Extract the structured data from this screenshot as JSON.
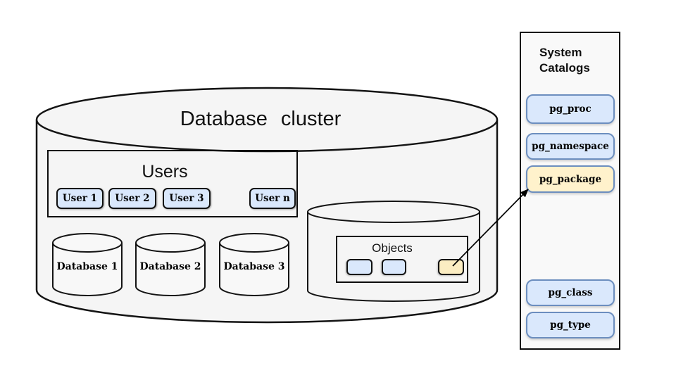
{
  "cluster": {
    "title": "Database cluster"
  },
  "users": {
    "title": "Users",
    "items": [
      "User 1",
      "User 2",
      "User 3",
      "User n"
    ]
  },
  "databases": [
    "Database 1",
    "Database 2",
    "Database 3"
  ],
  "objects": {
    "title": "Objects",
    "items": [
      "blue-object",
      "blue-object",
      "yellow-object-linked-to-pg_package"
    ]
  },
  "system_catalogs": {
    "title_line1": "System",
    "title_line2": "Catalogs",
    "items": [
      "pg_proc",
      "pg_namespace",
      "pg_package",
      "pg_class",
      "pg_type"
    ],
    "highlighted_item": "pg_package"
  },
  "colors": {
    "chip_blue_fill": "#dae8fc",
    "chip_blue_border": "#6c8ebf",
    "highlight_yellow": "#fff2cc",
    "object_yellow": "#fbedc2",
    "cylinder_fill": "#f5f5f5",
    "panel_fill": "#f9f9f9",
    "line_black": "#000000"
  }
}
